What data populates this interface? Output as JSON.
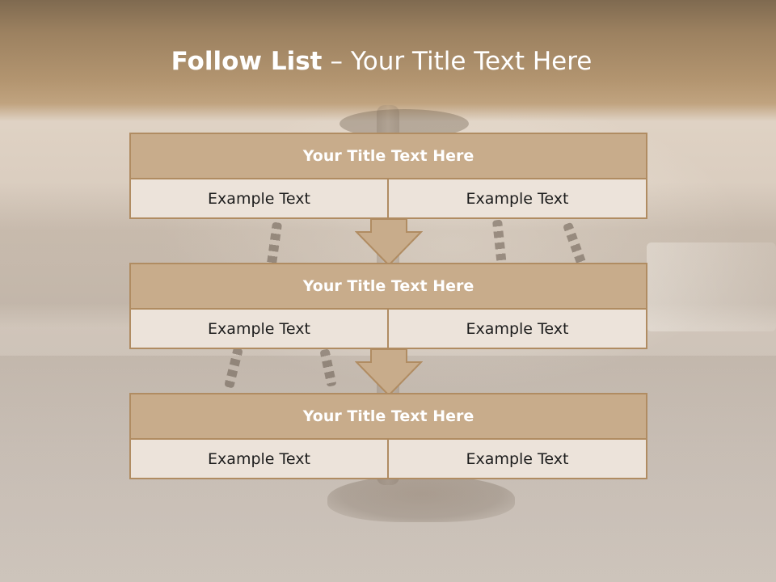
{
  "slide": {
    "title_bold": "Follow List",
    "title_separator": "–",
    "title_rest": "Your Title Text Here"
  },
  "steps": [
    {
      "header": "Your Title Text Here",
      "left": "Example Text",
      "right": "Example Text"
    },
    {
      "header": "Your Title Text Here",
      "left": "Example Text",
      "right": "Example Text"
    },
    {
      "header": "Your Title Text Here",
      "left": "Example Text",
      "right": "Example Text"
    }
  ],
  "colors": {
    "header_fill": "#c8ac8b",
    "cell_fill": "#ece3da",
    "border": "#b08c62",
    "arrow_fill": "#c8ac8b",
    "title_text": "#ffffff"
  },
  "icons": {
    "connector": "down-arrow-icon"
  }
}
